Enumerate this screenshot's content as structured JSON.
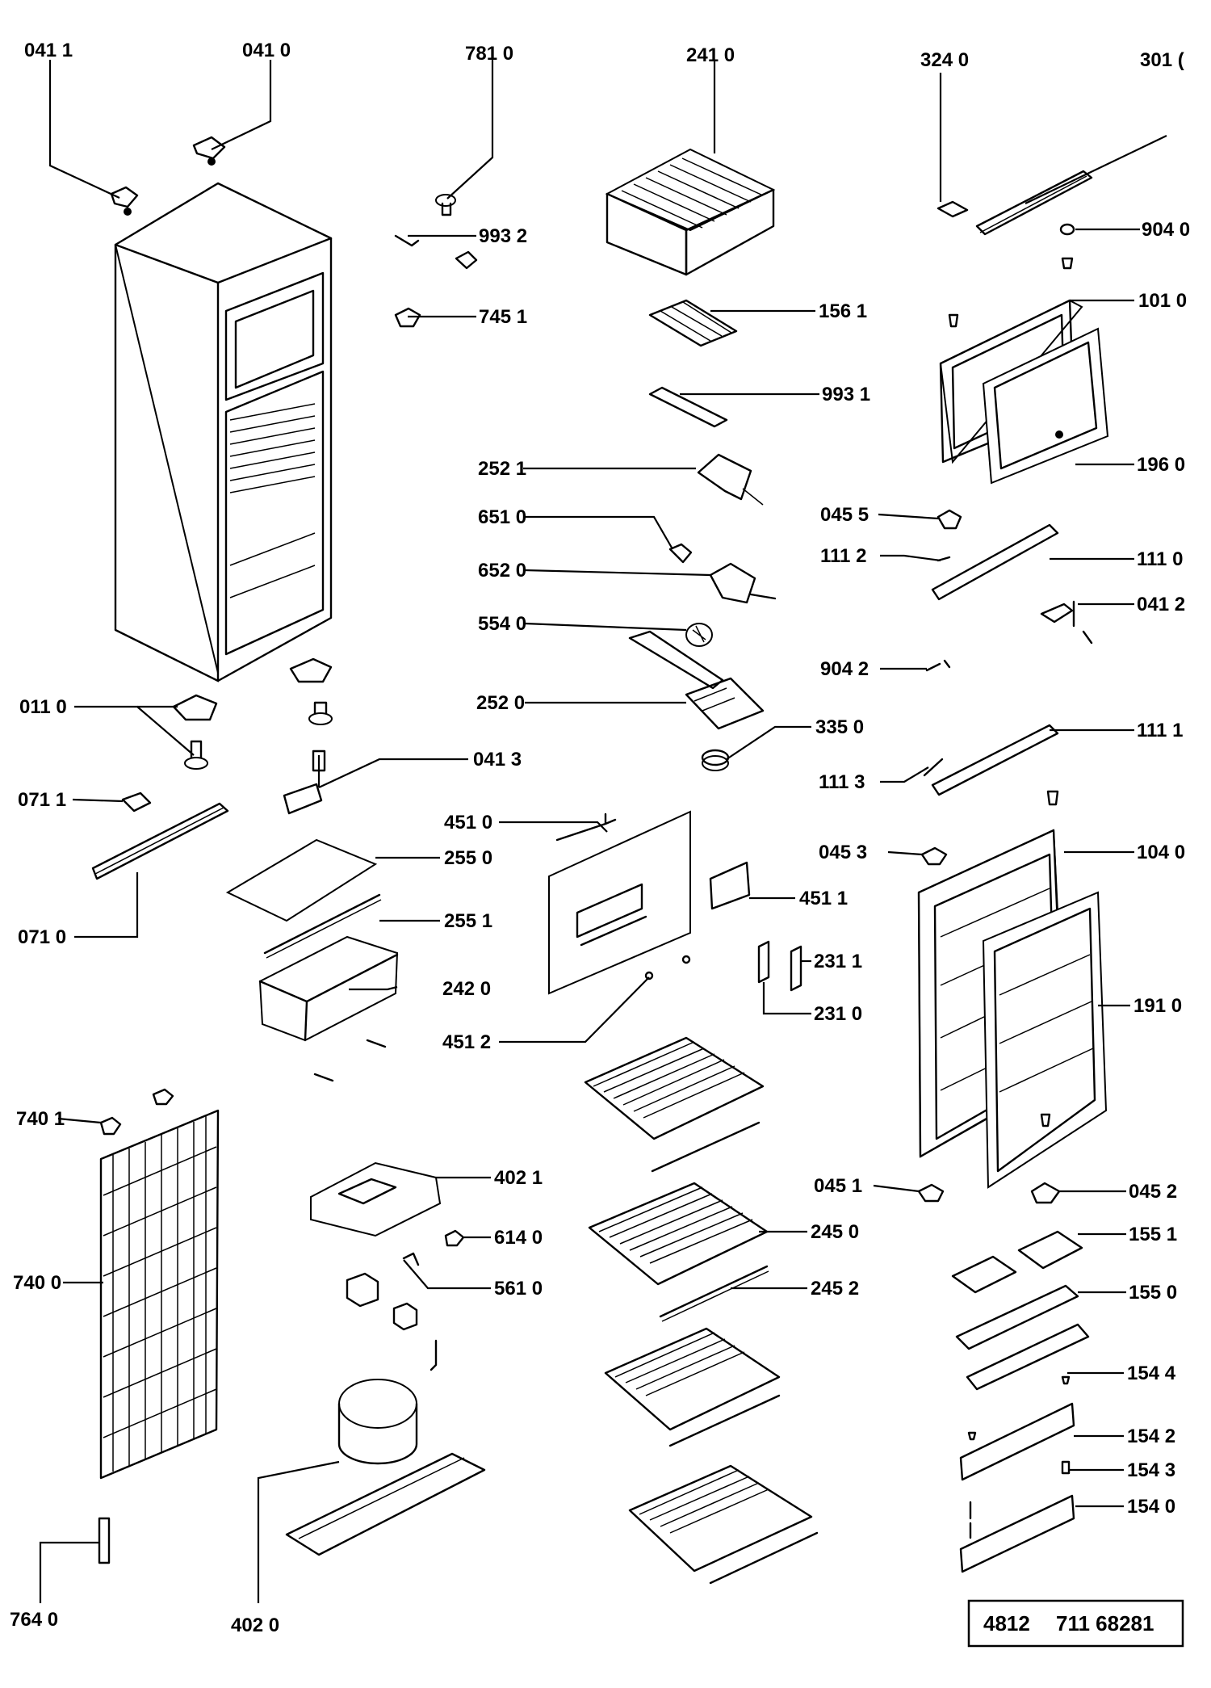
{
  "labels": {
    "l0411": "041 1",
    "l0410": "041 0",
    "l7810": "781 0",
    "l2410": "241 0",
    "l3240": "324 0",
    "l3010": "301 (",
    "l9932": "993 2",
    "l7451": "745 1",
    "l9040": "904 0",
    "l1561": "156 1",
    "l1010": "101 0",
    "l9931": "993 1",
    "l2521": "252 1",
    "l1960": "196 0",
    "l6510": "651 0",
    "l0455": "045 5",
    "l1112": "111 2",
    "l1110": "111 0",
    "l6520": "652 0",
    "l5540": "554 0",
    "l0412": "041 2",
    "l9042": "904 2",
    "l0110": "011 0",
    "l2520": "252 0",
    "l3350": "335 0",
    "l1111": "111 1",
    "l0413": "041 3",
    "l1113": "111 3",
    "l0711": "071 1",
    "l4510": "451 0",
    "l0453": "045 3",
    "l1040": "104 0",
    "l2550": "255 0",
    "l4511": "451 1",
    "l0710": "071 0",
    "l2551": "255 1",
    "l2311": "231 1",
    "l2420": "242 0",
    "l1910": "191 0",
    "l2310": "231 0",
    "l4512": "451 2",
    "l7401": "740 1",
    "l4021": "402 1",
    "l0451": "045 1",
    "l0452": "045 2",
    "l2450": "245 0",
    "l6140": "614 0",
    "l1551": "155 1",
    "l7400": "740 0",
    "l5610": "561 0",
    "l2452": "245 2",
    "l1550": "155 0",
    "l1544": "154 4",
    "l1542": "154 2",
    "l1543": "154 3",
    "l1540": "154 0",
    "l7640": "764 0",
    "l4020": "402  0"
  },
  "reference": {
    "prefix": "4812",
    "number": "711 68281"
  }
}
